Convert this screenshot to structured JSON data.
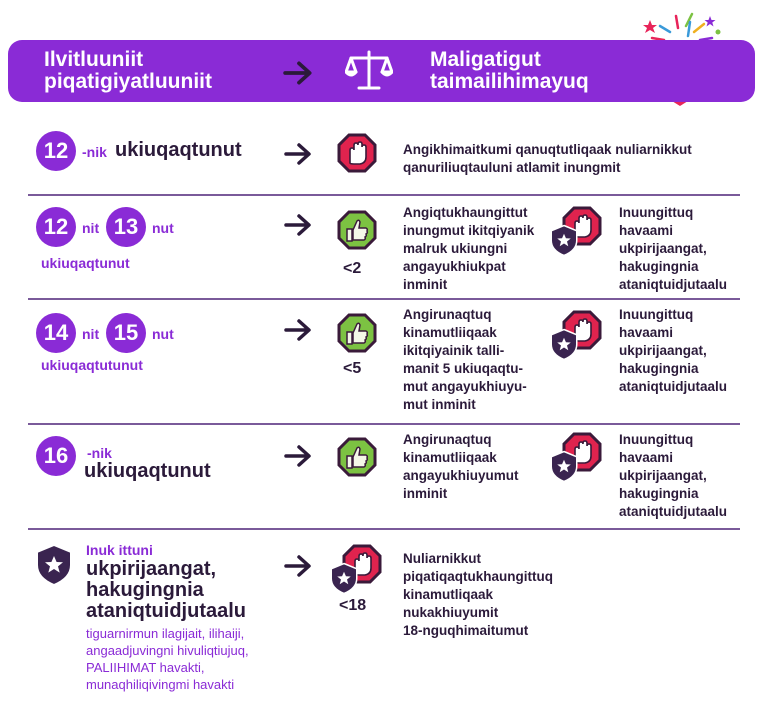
{
  "header": {
    "left_title_line1": "Ilvitluuniit",
    "left_title_line2": "piqatigiyatluuniit",
    "right_title_line1": "Maligatigut",
    "right_title_line2": "taimailihimayuq"
  },
  "rows": [
    {
      "age": "12",
      "suffix": "-nik",
      "label": "ukiuqaqtunut",
      "description": [
        "Angikhimaitkumi qanuqtutliqaak nuliarnikkut",
        "qanuriliuqtauluni atlamit inungmit"
      ]
    },
    {
      "age_a": "12",
      "conj": "nit",
      "age_b": "13",
      "suffix": "nut",
      "label": "ukiuqaqtunut",
      "limit": "<2",
      "description": [
        "Angiqtukhaungittut",
        "inungmut ikitqiyanik",
        "malruk ukiungni",
        "angayukhiukpat",
        "inminit"
      ],
      "exception": [
        "Inuungittuq",
        "havaami",
        "ukpirijaangat,",
        "hakugingnia",
        "ataniqtuidjutaalu"
      ]
    },
    {
      "age_a": "14",
      "conj": "nit",
      "age_b": "15",
      "suffix": "nut",
      "label": "ukiuqaqtutunut",
      "limit": "<5",
      "description": [
        "Angirunaqtuq",
        "kinamutliiqaak",
        "ikitqiyainik talli-",
        "manit 5 ukiuqaqtu-",
        "mut angayukhiuyu-",
        "mut inminit"
      ],
      "exception": [
        "Inuungittuq",
        "havaami",
        "ukpirijaangat,",
        "hakugingnia",
        "ataniqtuidjutaalu"
      ]
    },
    {
      "age": "16",
      "suffix": "-nik",
      "label": "ukiuqaqtunut",
      "description": [
        "Angirunaqtuq",
        "kinamutliiqaak",
        "angayukhiuyumut",
        "inminit"
      ],
      "exception": [
        "Inuungittuq",
        "havaami",
        "ukpirijaangat,",
        "hakugingnia",
        "ataniqtuidjutaalu"
      ]
    },
    {
      "heading": "Inuk ittuni",
      "title": [
        "ukpirijaangat,",
        "hakugingnia",
        "ataniqtuidjutaalu"
      ],
      "examples": [
        "tiguarnirmun ilagijait, ilihaiji,",
        "angaadjuvingni hivuliqtiujuq,",
        "PALIIHIMAT havakti,",
        "munaqhiliqivingmi havakti"
      ],
      "limit": "<18",
      "description": [
        "Nuliarnikkut",
        "piqatiqaqtukhaungittuq",
        "kinamutliqaak",
        "nukakhiuyumit",
        "18-nguqhimaitumut"
      ]
    }
  ],
  "colors": {
    "purple": "#8a2bd6",
    "dark": "#2b1a3a",
    "stop_red": "#e0234e",
    "go_green": "#7cc242",
    "heart": "#e8245a"
  },
  "icons": [
    "scales-icon",
    "arrow-icon",
    "stop-hand-icon",
    "thumbs-up-icon",
    "shield-star-icon",
    "heart-icon"
  ]
}
